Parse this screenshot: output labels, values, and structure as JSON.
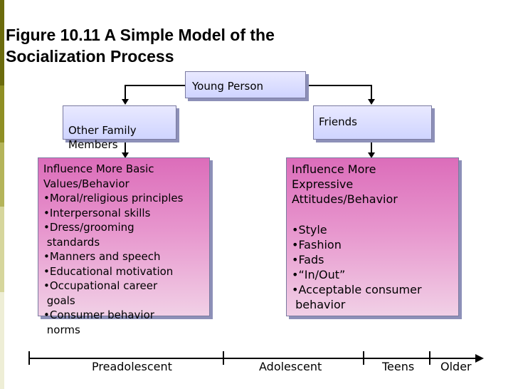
{
  "title": "Figure 10.11  A Simple Model of the\nSocialization Process",
  "colors": {
    "sidebar": [
      "#6b6b0d",
      "#8f8f24",
      "#b4b45a",
      "#d6d69c",
      "#eeeed6"
    ],
    "box_blue": "#d4d8ff",
    "box_pink": "#e27fc3"
  },
  "nodes": {
    "young_person": "Young Person",
    "other_family": "Other Family\nMembers",
    "friends": "Friends"
  },
  "influence_left": {
    "heading": "Influence More Basic\nValues/Behavior",
    "items": [
      "•Moral/religious principles",
      "•Interpersonal skills",
      "•Dress/grooming\n standards",
      "•Manners and speech",
      "•Educational motivation",
      "•Occupational career\n goals",
      "•Consumer behavior\n norms"
    ]
  },
  "influence_right": {
    "heading": "Influence More\n Expressive\nAttitudes/Behavior",
    "items": [
      "•Style",
      "•Fashion",
      "•Fads",
      "•“In/Out”",
      "•Acceptable consumer\n behavior"
    ]
  },
  "timeline": {
    "labels": [
      "Preadolescent",
      "Adolescent",
      "Teens",
      "Older"
    ]
  }
}
